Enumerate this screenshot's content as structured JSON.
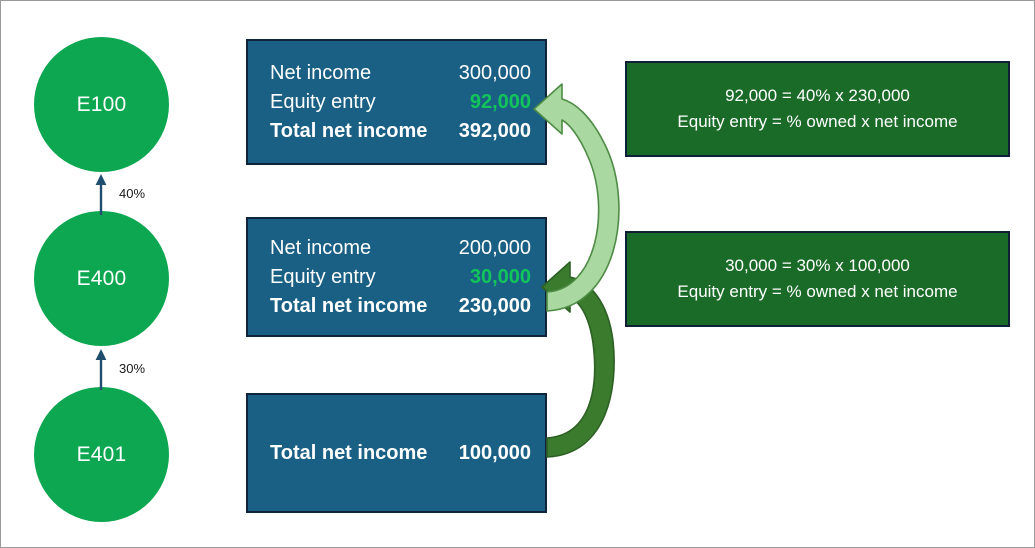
{
  "entities": [
    {
      "id": "e100",
      "label": "E100"
    },
    {
      "id": "e400",
      "label": "E400"
    },
    {
      "id": "e401",
      "label": "E401"
    }
  ],
  "ownership": [
    {
      "from": "E400",
      "to": "E100",
      "label": "40%"
    },
    {
      "from": "E401",
      "to": "E400",
      "label": "30%"
    }
  ],
  "income_boxes": [
    {
      "entity": "E100",
      "rows": [
        {
          "label": "Net income",
          "value": "300,000"
        },
        {
          "label": "Equity entry",
          "value": "92,000"
        },
        {
          "label": "Total net income",
          "value": "392,000"
        }
      ]
    },
    {
      "entity": "E400",
      "rows": [
        {
          "label": "Net income",
          "value": "200,000"
        },
        {
          "label": "Equity entry",
          "value": "30,000"
        },
        {
          "label": "Total net income",
          "value": "230,000"
        }
      ]
    },
    {
      "entity": "E401",
      "rows": [
        {
          "label": "Total net income",
          "value": "100,000"
        }
      ]
    }
  ],
  "formula_boxes": [
    {
      "target": "E100",
      "line1": "92,000 = 40% x 230,000",
      "line2": "Equity entry = % owned x net income"
    },
    {
      "target": "E400",
      "line1": "30,000 = 30% x 100,000",
      "line2": "Equity entry = % owned x net income"
    }
  ],
  "flow_arrows": [
    {
      "name": "flow-e400-to-e100",
      "from": "E400 total net income",
      "to": "E100 equity entry",
      "color": "#A9D8A0"
    },
    {
      "name": "flow-e401-to-e400",
      "from": "E401 total net income",
      "to": "E400 equity entry",
      "color": "#3A7B2E"
    }
  ],
  "colors": {
    "circle_fill": "#0CA750",
    "income_box_fill": "#1A6085",
    "income_box_border": "#10243B",
    "equity_value": "#12C55B",
    "formula_box_fill": "#1B6B28",
    "ownership_arrow": "#1F4E6E",
    "ribbon_light": "#A9D8A0",
    "ribbon_dark": "#3A7B2E"
  }
}
